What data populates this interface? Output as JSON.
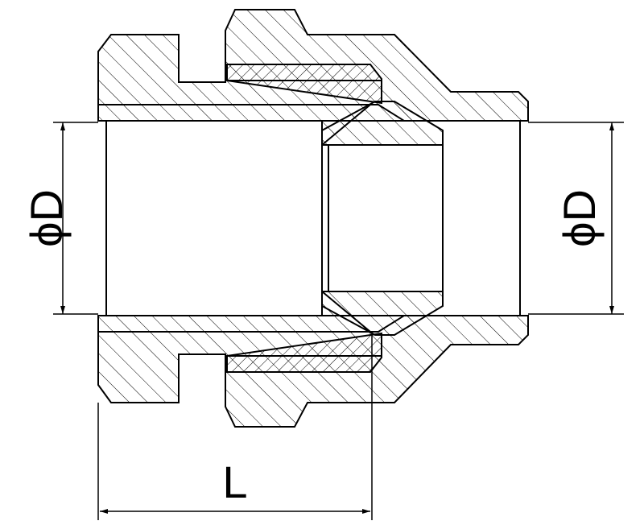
{
  "labels": {
    "left_diameter": "ϕD",
    "right_diameter": "ϕD",
    "length": "L"
  },
  "colors": {
    "line": "#000000",
    "background": "#ffffff"
  }
}
